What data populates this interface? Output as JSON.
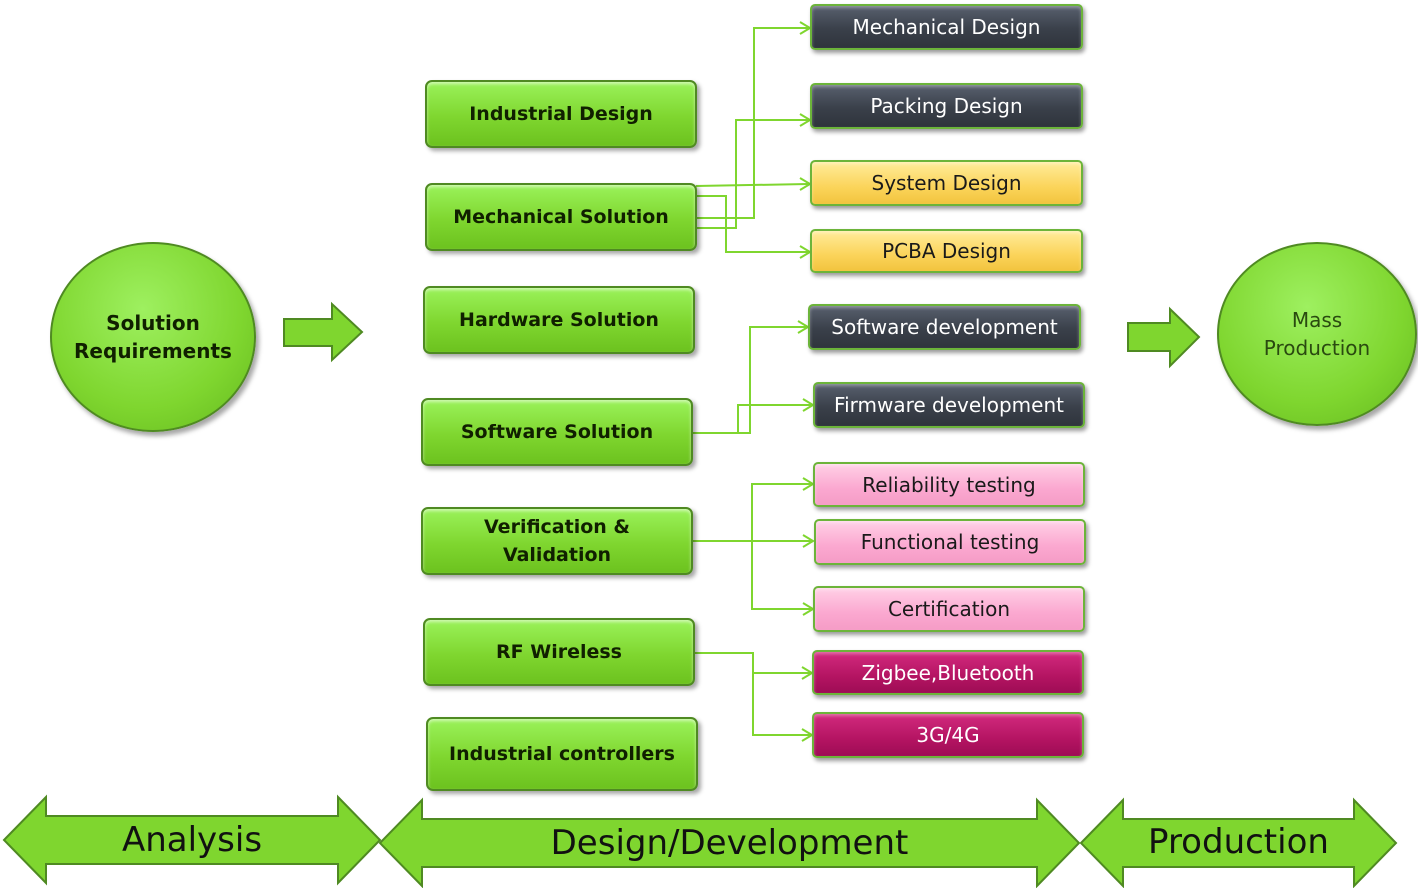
{
  "start": {
    "line1": "Solution",
    "line2": "Requirements"
  },
  "end": {
    "line1": "Mass",
    "line2": "Production"
  },
  "solutions": [
    {
      "label": "Industrial Design"
    },
    {
      "label": "Mechanical Solution"
    },
    {
      "label": "Hardware Solution"
    },
    {
      "label": "Software Solution"
    },
    {
      "label_line1": "Verification &",
      "label_line2": "Validation"
    },
    {
      "label": "RF Wireless"
    },
    {
      "label": "Industrial controllers"
    }
  ],
  "tasks": [
    {
      "label": "Mechanical Design",
      "color": "#3a404a"
    },
    {
      "label": "Packing Design",
      "color": "#3a404a"
    },
    {
      "label": "System Design",
      "color": "#fbd45a"
    },
    {
      "label": "PCBA Design",
      "color": "#fbd45a"
    },
    {
      "label": "Software development",
      "color": "#3a404a"
    },
    {
      "label": "Firmware development",
      "color": "#3a404a"
    },
    {
      "label": "Reliability testing",
      "color": "#fba8d0"
    },
    {
      "label": "Functional testing",
      "color": "#fba8d0"
    },
    {
      "label": "Certification",
      "color": "#fba8d0"
    },
    {
      "label": "Zigbee,Bluetooth",
      "color": "#b41462"
    },
    {
      "label": "3G/4G",
      "color": "#b41462"
    }
  ],
  "phases": [
    {
      "label": "Analysis"
    },
    {
      "label": "Design/Development"
    },
    {
      "label": "Production"
    }
  ],
  "colors": {
    "green": "#7fd62f",
    "connector": "#7fd62f"
  }
}
